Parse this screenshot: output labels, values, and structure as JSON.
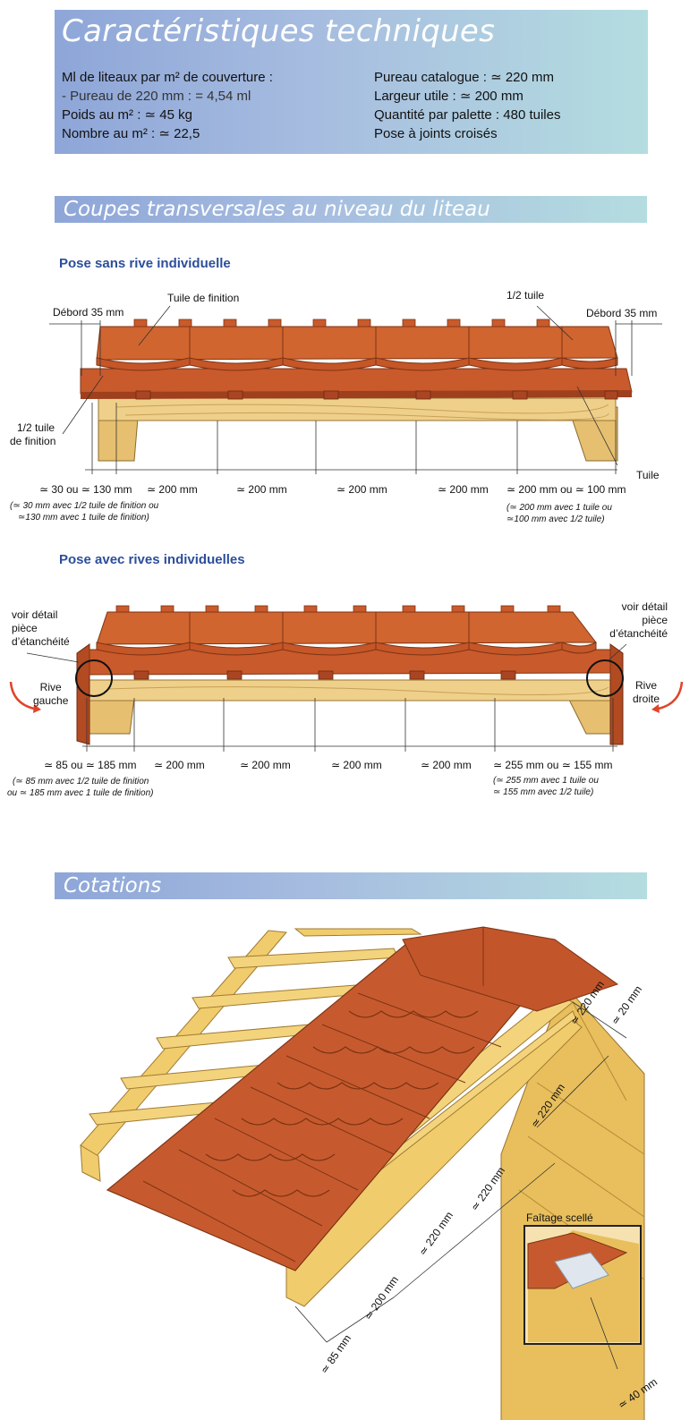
{
  "spec": {
    "title": "Caractéristiques techniques",
    "left": [
      "Ml de liteaux par m² de couverture :",
      "- Pureau de 220 mm : = 4,54 ml",
      "Poids au m² : ≃ 45 kg",
      "Nombre au m² : ≃ 22,5"
    ],
    "right": [
      "Pureau catalogue : ≃ 220 mm",
      "Largeur utile : ≃ 200 mm",
      "Quantité par palette : 480 tuiles",
      "Pose à joints croisés"
    ]
  },
  "section1": {
    "title": "Coupes transversales au niveau du liteau",
    "diagram1": {
      "title": "Pose sans rive individuelle",
      "labels": {
        "debord_left": "Débord 35 mm",
        "debord_right": "Débord 35 mm",
        "tuile_finition": "Tuile de finition",
        "half_tuile": "1/2 tuile",
        "half_tuile_finition_1": "1/2 tuile",
        "half_tuile_finition_2": "de finition",
        "tuile": "Tuile"
      },
      "dims": [
        "≃ 30 ou ≃ 130 mm",
        "≃ 200 mm",
        "≃ 200 mm",
        "≃ 200 mm",
        "≃ 200 mm",
        "≃ 200 mm ou ≃ 100 mm"
      ],
      "note_left": [
        "(≃ 30 mm avec 1/2 tuile de finition ou",
        "≃130 mm avec 1 tuile de finition)"
      ],
      "note_right": [
        "(≃ 200 mm avec 1 tuile ou",
        "≃100 mm avec 1/2 tuile)"
      ]
    },
    "diagram2": {
      "title": "Pose avec rives individuelles",
      "labels": {
        "voir_left": [
          "voir détail",
          "pièce",
          "d’étanchéité"
        ],
        "voir_right": [
          "voir détail",
          "pièce",
          "d’étanchéité"
        ],
        "rive_gauche": [
          "Rive",
          "gauche"
        ],
        "rive_droite": [
          "Rive",
          "droite"
        ]
      },
      "dims": [
        "≃ 85 ou ≃ 185 mm",
        "≃ 200 mm",
        "≃ 200 mm",
        "≃ 200 mm",
        "≃ 200 mm",
        "≃ 255 mm ou ≃ 155 mm"
      ],
      "note_left": [
        "(≃ 85 mm avec 1/2 tuile de finition",
        "ou ≃ 185 mm avec 1 tuile de finition)"
      ],
      "note_right": [
        "(≃ 255 mm avec 1 tuile ou",
        "≃ 155 mm avec 1/2 tuile)"
      ]
    }
  },
  "section2": {
    "title": "Cotations",
    "dims": [
      "≃ 220 mm",
      "≃ 20 mm",
      "≃ 220 mm",
      "≃ 220 mm",
      "≃ 220 mm",
      "≃ 200 mm",
      "≃ 85 mm"
    ],
    "inset_title": "Faîtage scellé",
    "inset_dim": "≃ 40 mm"
  },
  "colors": {
    "header_gradient_start": "#8ea6d8",
    "header_gradient_end": "#b4dde0",
    "tile": "#cc5a2e",
    "tile_dark": "#9e3f1d",
    "wood": "#e9c777",
    "wood_dark": "#b88a3e",
    "subtitle_blue": "#2c4e9a",
    "arrow_red": "#e0452a"
  }
}
